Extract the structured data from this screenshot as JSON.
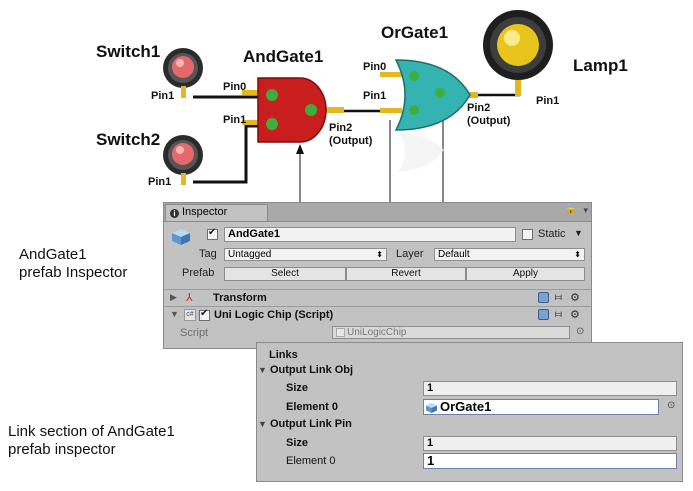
{
  "diagram": {
    "switch1": {
      "title": "Switch1",
      "pin": "Pin1"
    },
    "switch2": {
      "title": "Switch2",
      "pin": "Pin1"
    },
    "andgate": {
      "title": "AndGate1",
      "pin0": "Pin0",
      "pin1": "Pin1",
      "pin2": "Pin2",
      "pin2_note": "(Output)"
    },
    "orgate": {
      "title": "OrGate1",
      "pin0": "Pin0",
      "pin1": "Pin1",
      "pin2": "Pin2",
      "pin2_note": "(Output)"
    },
    "lamp": {
      "title": "Lamp1",
      "pin": "Pin1"
    },
    "colors": {
      "and_gate": "#c81e1e",
      "or_gate": "#35b3b0",
      "pin": "#e2b81e",
      "pin_dot": "#3cae3c",
      "lamp": "#e8c51a"
    }
  },
  "captions": {
    "inspector_line1": "AndGate1",
    "inspector_line2": "prefab Inspector",
    "link_line1": "Link section of AndGate1",
    "link_line2": "prefab inspector"
  },
  "inspector": {
    "tab_label": "Inspector",
    "object_name": "AndGate1",
    "active_checked": true,
    "static_label": "Static",
    "static_checked": false,
    "tag_label": "Tag",
    "tag_value": "Untagged",
    "layer_label": "Layer",
    "layer_value": "Default",
    "prefab_label": "Prefab",
    "select_label": "Select",
    "revert_label": "Revert",
    "apply_label": "Apply",
    "transform_label": "Transform",
    "script_component_label": "Uni Logic Chip (Script)",
    "script_label": "Script",
    "script_value": "UniLogicChip"
  },
  "links": {
    "header": "Links",
    "output_link_obj": "Output Link Obj",
    "size_label": "Size",
    "size_value": "1",
    "element_label": "Element 0",
    "element_value": "OrGate1",
    "output_link_pin": "Output Link Pin",
    "pin_size_label": "Size",
    "pin_size_value": "1",
    "pin_element_label": "Element 0",
    "pin_element_value": "1"
  }
}
